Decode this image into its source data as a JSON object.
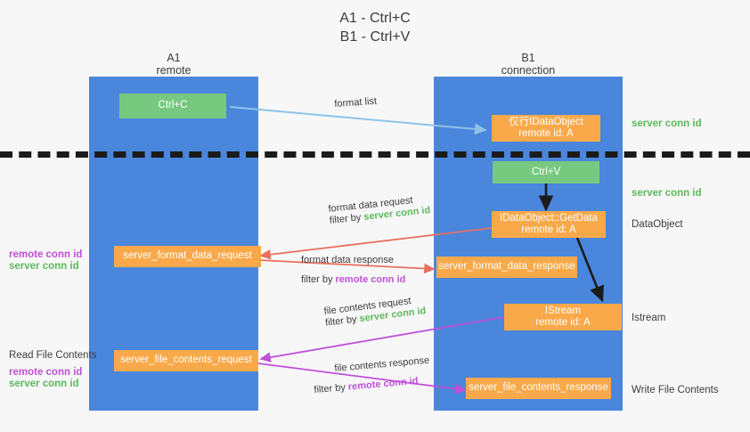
{
  "title": "A1 - Ctrl+C\nB1 - Ctrl+V",
  "columns": {
    "left": "A1\nremote",
    "right": "B1\nconnection"
  },
  "colors": {
    "lane": "#4a86dc",
    "box_orange": "#f9a94a",
    "box_green": "#77c980",
    "server_conn_id": "#5cb85c",
    "remote_conn_id": "#c050d8",
    "arrow_blue": "#8ec3e8",
    "arrow_red": "#e8705e",
    "arrow_magenta": "#c050d8",
    "arrow_black": "#1b1b1b",
    "divider": "#1b1b1b",
    "background": "#f7f7f7"
  },
  "boxes": {
    "ctrl_c": "Ctrl+C",
    "ctrl_v": "Ctrl+V",
    "idataobject": "仅行IDataObject\nremote id: A",
    "idataobject_getdata": "IDataObject::GetData\nremote id: A",
    "istream": "IStream\nremote id: A",
    "server_format_data_request": "server_format_data_request",
    "server_format_data_response": "server_format_data_response",
    "server_file_contents_request": "server_file_contents_request",
    "server_file_contents_response": "server_file_contents_response"
  },
  "arrow_labels": {
    "format_list": "format list",
    "format_data_request": {
      "line1": "format data request",
      "line2_prefix": "filter by ",
      "line2_token": "server conn id",
      "token_kind": "server"
    },
    "format_data_response": {
      "line1": "format data response",
      "line2_prefix": "filter by ",
      "line2_token": "remote conn id",
      "token_kind": "remote"
    },
    "file_contents_request": {
      "line1": "file contents request",
      "line2_prefix": "filter by ",
      "line2_token": "server conn id",
      "token_kind": "server"
    },
    "file_contents_response": {
      "line1": "file contents response",
      "line2_prefix": "filter by ",
      "line2_token": "remote conn id",
      "token_kind": "remote"
    }
  },
  "right_labels": {
    "server_conn_id_top": "server conn id",
    "server_conn_id_second": "server conn id",
    "dataobject": "DataObject",
    "istream": "Istream",
    "write_file_contents": "Write File Contents"
  },
  "left_labels": {
    "remote_conn_id_1": "remote conn id",
    "server_conn_id_1": "server conn id",
    "read_file_contents": "Read File Contents",
    "remote_conn_id_2": "remote conn id",
    "server_conn_id_2": "server conn id"
  }
}
